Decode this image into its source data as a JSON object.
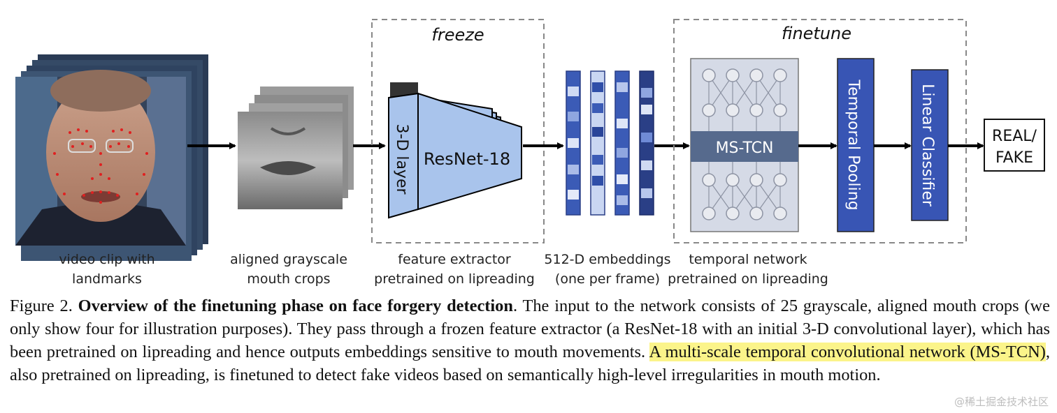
{
  "figure": {
    "freeze_title": "freeze",
    "finetune_title": "finetune",
    "blocks": {
      "layer_3d": "3-D layer",
      "resnet": "ResNet-18",
      "ms_tcn": "MS-TCN",
      "temporal_pooling": "Temporal Pooling",
      "linear_classifier": "Linear Classifier",
      "output_line1": "REAL/",
      "output_line2": "FAKE"
    },
    "labels": {
      "video_1": "video clip with",
      "video_2": "landmarks",
      "mouth_1": "aligned grayscale",
      "mouth_2": "mouth crops",
      "extractor_1": "feature extractor",
      "extractor_2": "pretrained on lipreading",
      "embed_1": "512-D embeddings",
      "embed_2": "(one per frame)",
      "temporal_1": "temporal network",
      "temporal_2": "pretrained on lipreading"
    },
    "colors": {
      "block_light": "#a9c4ec",
      "block_dark": "#3855b4",
      "tcn_bg": "#d5dae6",
      "tcn_band": "#566a8d"
    }
  },
  "caption": {
    "fig_num": "Figure 2.",
    "fig_title": "Overview of the finetuning phase on face forgery detection",
    "part1": ". The input to the network consists of 25 grayscale, aligned mouth crops (we only show four for illustration purposes). They pass through a frozen feature extractor (a ResNet-18 with an initial 3-D convolutional layer), which has been pretrained on lipreading and hence outputs embeddings sensitive to mouth movements. ",
    "highlight": "A multi-scale temporal convolutional network (MS-TCN)",
    "part2": ", also pretrained on lipreading, is finetuned to detect fake videos based on semantically high-level irregularities in mouth motion."
  },
  "watermark": "@稀土掘金技术社区"
}
